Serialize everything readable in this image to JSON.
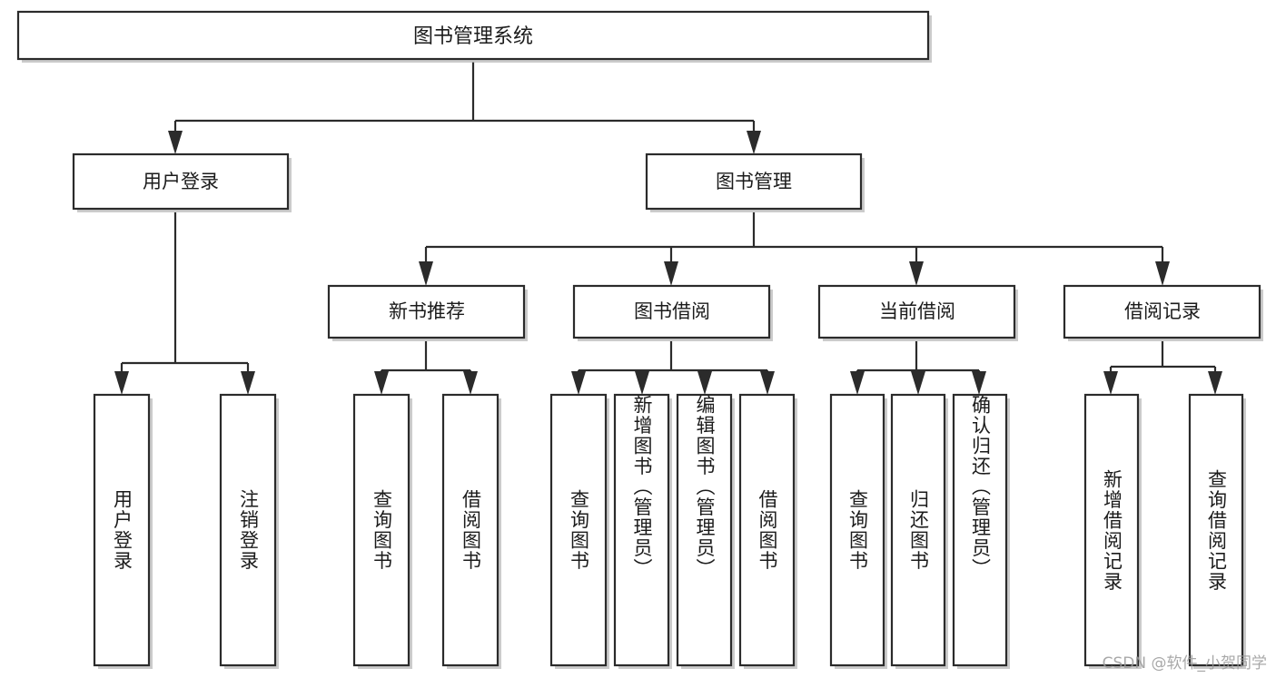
{
  "diagram": {
    "type": "tree-flowchart",
    "title": "图书管理系统",
    "watermark": "CSDN @软件_小贺同学",
    "colors": {
      "box_fill": "#ffffff",
      "box_stroke": "#2b2b2b",
      "shadow": "#b9b9b9",
      "text": "#1b1b1b",
      "watermark": "#9a9a9a",
      "background": "#ffffff"
    },
    "root": {
      "label": "图书管理系统"
    },
    "level2": [
      {
        "label": "用户登录"
      },
      {
        "label": "图书管理"
      }
    ],
    "level3": [
      {
        "label": "新书推荐"
      },
      {
        "label": "图书借阅"
      },
      {
        "label": "当前借阅"
      },
      {
        "label": "借阅记录"
      }
    ],
    "leaves": {
      "user_login": [
        {
          "label": "用户登录"
        },
        {
          "label": "注销登录"
        }
      ],
      "new_book": [
        {
          "label": "查询图书"
        },
        {
          "label": "借阅图书"
        }
      ],
      "book_borrow": [
        {
          "label": "查询图书"
        },
        {
          "label": "新增图书（管理员）"
        },
        {
          "label": "编辑图书（管理员）"
        },
        {
          "label": "借阅图书"
        }
      ],
      "current_borrow": [
        {
          "label": "查询图书"
        },
        {
          "label": "归还图书"
        },
        {
          "label": "确认归还（管理员）"
        }
      ],
      "borrow_record": [
        {
          "label": "新增借阅记录"
        },
        {
          "label": "查询借阅记录"
        }
      ]
    }
  }
}
